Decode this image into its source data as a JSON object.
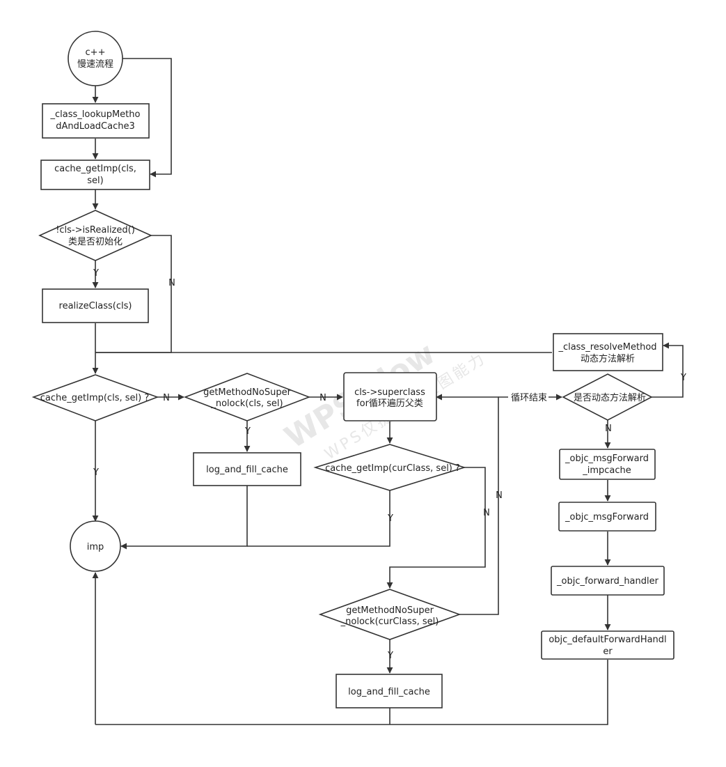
{
  "watermark": {
    "brand": "WPS Flow",
    "tagline": "WPS仅提供流程图能力"
  },
  "nodes": {
    "start": [
      "c++",
      "慢速流程"
    ],
    "lookup": [
      "_class_lookupMetho",
      "dAndLoadCache3"
    ],
    "cache_get": [
      "cache_getImp(cls,",
      "sel)"
    ],
    "is_realized": [
      "!cls->isRealized()",
      "类是否初始化"
    ],
    "realize": [
      "realizeClass(cls)"
    ],
    "cache_check": [
      "cache_getImp(cls, sel) ?"
    ],
    "get_method": [
      "getMethodNoSuper",
      "_nolock(cls, sel)"
    ],
    "log_fill_1": [
      "log_and_fill_cache"
    ],
    "superclass_loop": [
      "cls->superclass",
      "for循环遍历父类"
    ],
    "cache_cur": [
      "cache_getImp(curClass, sel) ?"
    ],
    "get_method_cur": [
      "getMethodNoSuper",
      "_nolock(curClass, sel)"
    ],
    "log_fill_2": [
      "log_and_fill_cache"
    ],
    "imp": [
      "imp"
    ],
    "resolve_method": [
      "_class_resolveMethod",
      "动态方法解析"
    ],
    "is_resolve": [
      "是否动态方法解析"
    ],
    "msg_forward_impcache": [
      "_objc_msgForward",
      "_impcache"
    ],
    "msg_forward": [
      "_objc_msgForward"
    ],
    "forward_handler": [
      "_objc_forward_handler"
    ],
    "default_handler": [
      "objc_defaultForwardHandl",
      "er"
    ]
  },
  "edge_labels": {
    "is_realized_yes": "Y",
    "is_realized_no": "N",
    "cache_check_no": "N",
    "cache_check_yes": "Y",
    "get_method_no": "N",
    "get_method_yes": "Y",
    "cache_cur_yes": "Y",
    "cache_cur_no": "N",
    "get_method_cur_yes": "Y",
    "get_method_cur_no": "N",
    "loop_end": "循环结束",
    "is_resolve_yes": "Y",
    "is_resolve_no": "N"
  }
}
